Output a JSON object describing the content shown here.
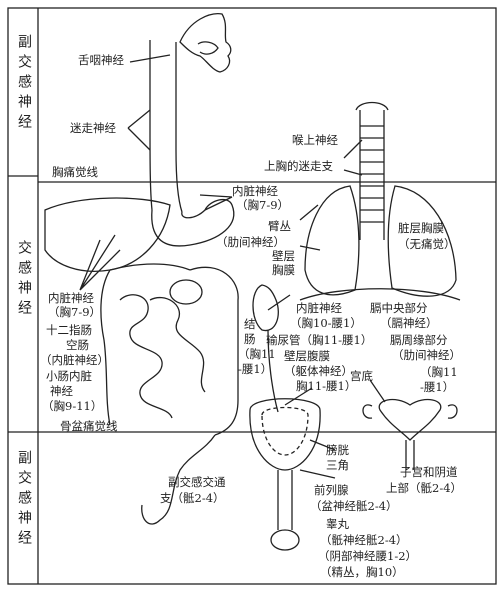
{
  "side_labels": {
    "top": "副交感神经",
    "middle": "交感神经",
    "bottom": "副交感神经"
  },
  "labels": {
    "glossopharyngeal": "舌咽神经",
    "vagus": "迷走神经",
    "chest_pain_line": "胸痛觉线",
    "visceral_t7_9": "内脏神经",
    "visceral_t7_9_sub": "（胸7-9）",
    "arm_plexus": "臂丛",
    "intercostal": "（肋间神经）",
    "parietal_pleura": "壁层",
    "parietal_pleura_2": "胸膜",
    "visceral_pleura": "脏层胸膜",
    "visceral_pleura_sub": "（无痛觉）",
    "laryngeal": "喉上神经",
    "upper_chest_vagus": "上胸的迷走支",
    "visceral_left": "内脏神经",
    "visceral_left_sub": "（胸7-9）",
    "duodenum": "十二指肠",
    "duodenum_2": "空肠",
    "duodenum_3": "（内脏神经）",
    "small_int": "小肠内脏",
    "small_int_2": "神经",
    "small_int_3": "（胸9-11）",
    "colon": "结",
    "colon_2": "肠",
    "colon_3": "（胸11",
    "colon_4": "-腰1）",
    "visceral_t10": "内脏神经",
    "visceral_t10_sub": "（胸10-腰1）",
    "ureter": "输尿管（胸11-腰1）",
    "parietal_peritoneum": "壁层腹膜",
    "body_nerve": "（躯体神经）",
    "body_nerve_sub": "胸11-腰1）",
    "diaphragm_center": "膈中央部分",
    "phrenic": "（膈神经）",
    "diaphragm_periphery": "膈周缘部分",
    "intercostal_2": "（肋间神经）",
    "uterine_fundus": "宫底",
    "uterine_t11": "（胸11",
    "uterine_l1": "-腰1）",
    "pelvic_pain_line": "骨盆痛觉线",
    "bladder": "膀胱",
    "bladder_2": "三角",
    "prostate": "前列腺",
    "pelvic_nerve": "（盆神经骶2-4）",
    "parasymp_comm": "副交感交通",
    "parasymp_comm_2": "支（骶2-4）",
    "uterus_vagina": "子宫和阴道",
    "uterus_vagina_2": "上部（骶2-4）",
    "testis": "睾丸",
    "sacral": "（骶神经骶2-4）",
    "pudendal": "（阴部神经腰1-2）",
    "spermatic": "（精丛，胸10）"
  }
}
